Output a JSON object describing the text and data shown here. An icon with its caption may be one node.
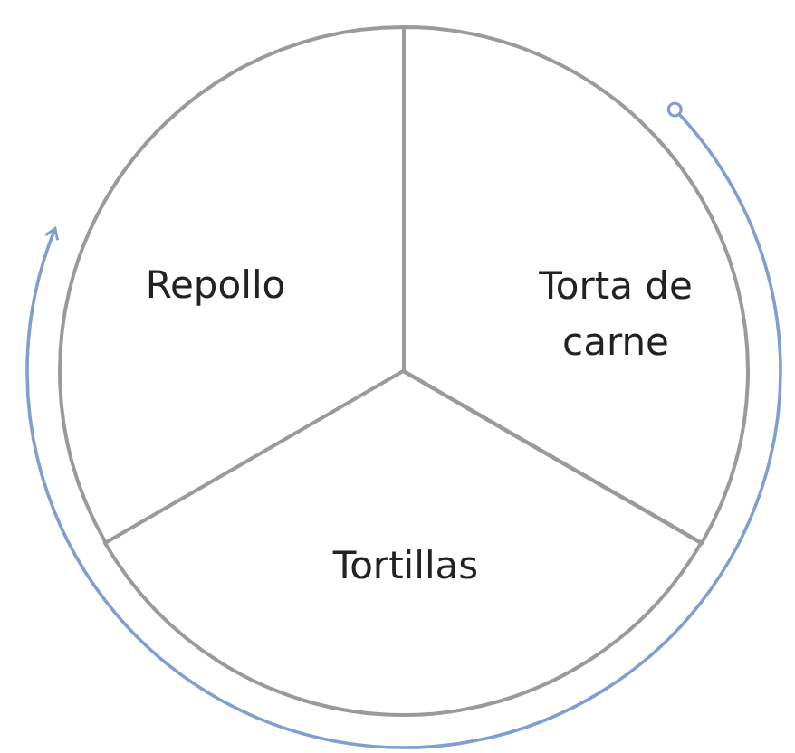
{
  "diagram": {
    "nodes": [
      {
        "text": [
          "Repollo"
        ]
      },
      {
        "text": [
          "Torta de carne"
        ]
      },
      {
        "text": [
          "Tortillas"
        ]
      }
    ],
    "edges": [
      {
        "from": 1,
        "to": 0,
        "arrow": "to"
      }
    ]
  }
}
